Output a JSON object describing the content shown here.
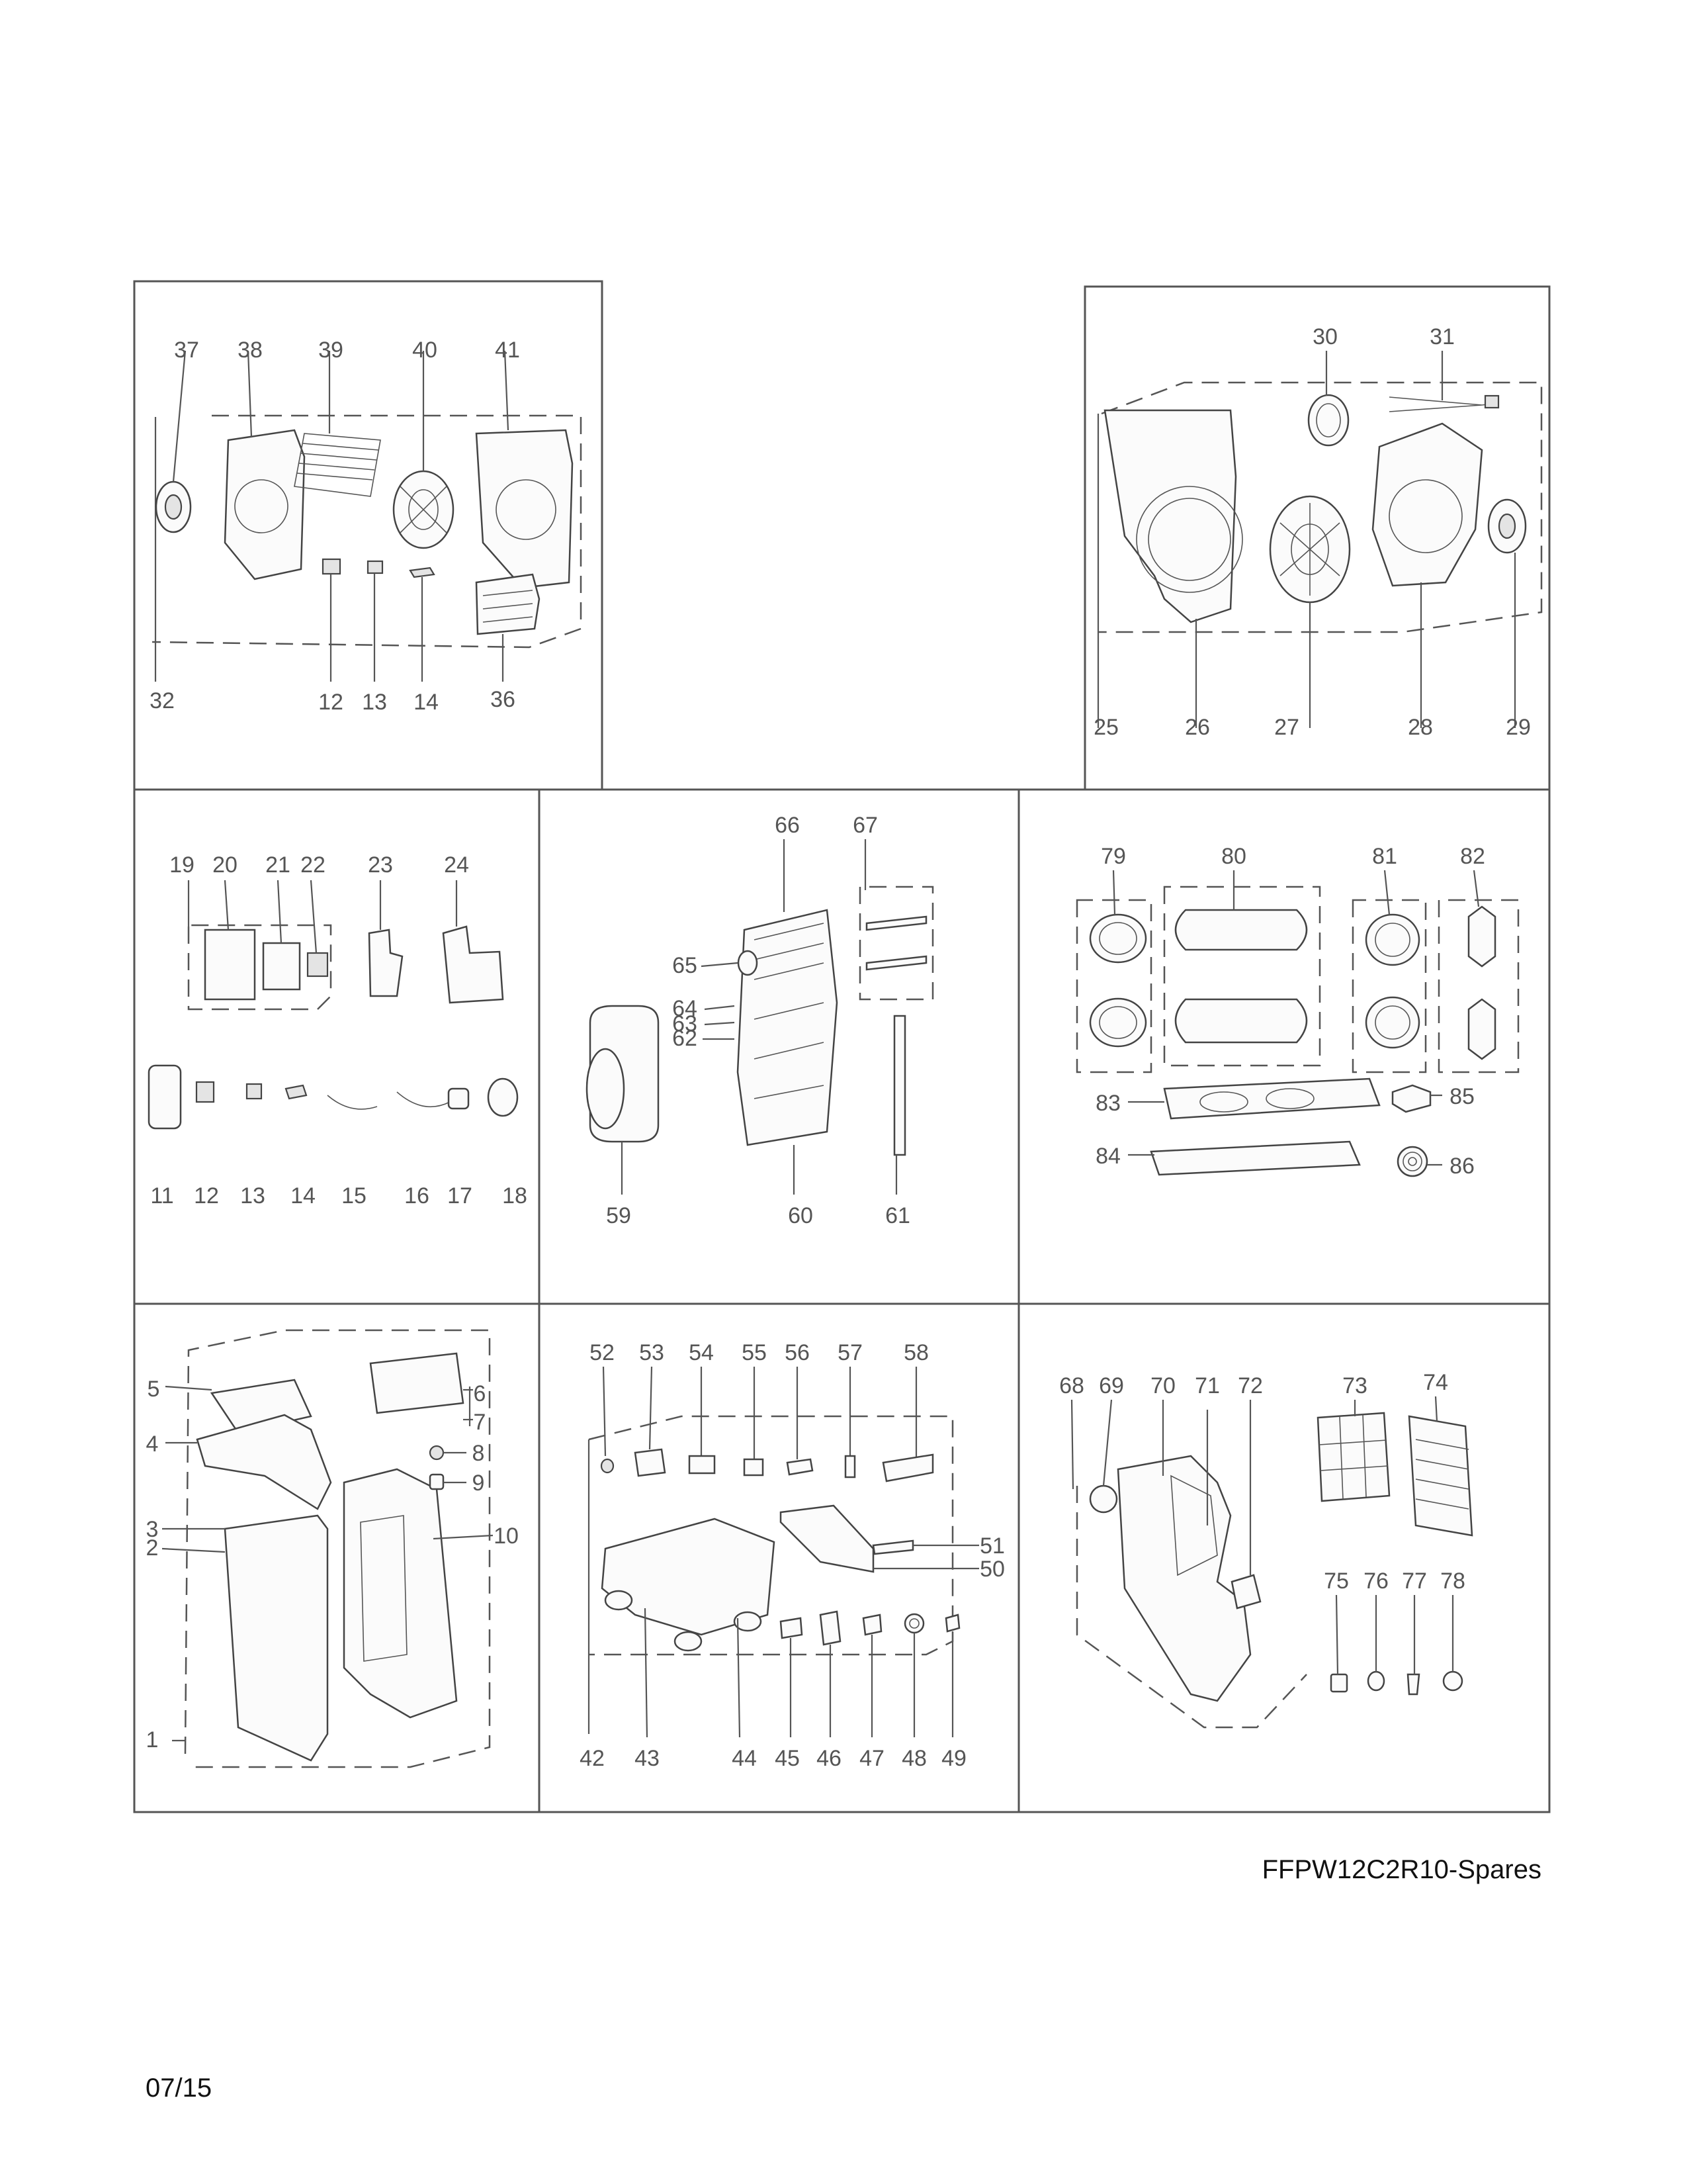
{
  "footer": {
    "model_spares": "FFPW12C2R10-Spares",
    "date": "07/15"
  },
  "panels": [
    {
      "name": "blower-upper-assembly",
      "callouts": [
        "37",
        "38",
        "39",
        "40",
        "41",
        "32",
        "12",
        "13",
        "14",
        "36"
      ]
    },
    {
      "name": "blower-lower-assembly",
      "callouts": [
        "30",
        "31",
        "25",
        "26",
        "27",
        "28",
        "29"
      ]
    },
    {
      "name": "electrical-components",
      "callouts": [
        "19",
        "20",
        "21",
        "22",
        "23",
        "24",
        "11",
        "12",
        "13",
        "14",
        "15",
        "16",
        "17",
        "18"
      ]
    },
    {
      "name": "refrigeration-system",
      "callouts": [
        "66",
        "67",
        "65",
        "64",
        "63",
        "62",
        "59",
        "60",
        "61"
      ]
    },
    {
      "name": "exhaust-hose-window-kit",
      "callouts": [
        "79",
        "80",
        "81",
        "82",
        "83",
        "84",
        "85",
        "86"
      ]
    },
    {
      "name": "cabinet-front",
      "callouts": [
        "5",
        "4",
        "3",
        "2",
        "1",
        "6",
        "7",
        "8",
        "9",
        "10"
      ]
    },
    {
      "name": "base-and-drain",
      "callouts": [
        "52",
        "53",
        "54",
        "55",
        "56",
        "57",
        "58",
        "51",
        "50",
        "42",
        "43",
        "44",
        "45",
        "46",
        "47",
        "48",
        "49"
      ]
    },
    {
      "name": "rear-panel-and-filters",
      "callouts": [
        "68",
        "69",
        "70",
        "71",
        "72",
        "73",
        "74",
        "75",
        "76",
        "77",
        "78"
      ]
    }
  ]
}
